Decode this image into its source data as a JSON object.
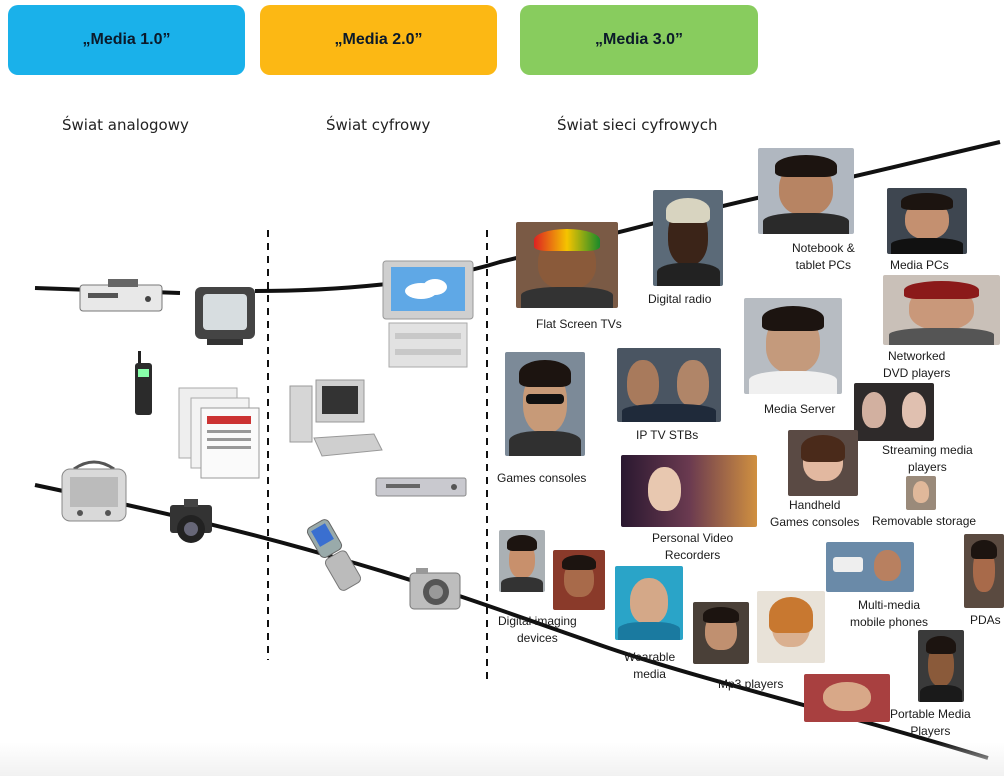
{
  "eras": [
    {
      "title": "„Media 1.0”",
      "subtitle": "Świat analogowy",
      "color": "#1ab1ea"
    },
    {
      "title": "„Media 2.0”",
      "subtitle": "Świat cyfrowy",
      "color": "#fcb814"
    },
    {
      "title": "„Media 3.0”",
      "subtitle": "Świat sieci cyfrowych",
      "color": "#88cc5e"
    }
  ],
  "devices": {
    "flat_screen_tvs": "Flat Screen TVs",
    "digital_radio": "Digital radio",
    "notebook_tablet": "Notebook &\ntablet PCs",
    "media_pcs": "Media PCs",
    "networked_dvd": "Networked\nDVD players",
    "games_consoles": "Games consoles",
    "ip_tv_stbs": "IP TV STBs",
    "media_server": "Media Server",
    "streaming_media": "Streaming media\nplayers",
    "handheld_games": "Handheld\nGames consoles",
    "removable_storage": "Removable storage",
    "personal_video": "Personal Video\nRecorders",
    "digital_imaging": "Digital imaging\ndevices",
    "wearable_media": "Wearable\nmedia",
    "multimedia_phones": "Multi-media\nmobile phones",
    "pdas": "PDAs",
    "mp3_players": "Mp3 players",
    "portable_media": "Portable Media\nPlayers"
  },
  "icons": [
    "vcr-icon",
    "crt-tv-icon",
    "brick-phone-icon",
    "newspaper-icon",
    "radio-icon",
    "film-camera-icon",
    "flat-tv-icon",
    "desktop-pc-icon",
    "dvd-player-icon",
    "flip-phone-icon",
    "digital-camera-icon"
  ]
}
